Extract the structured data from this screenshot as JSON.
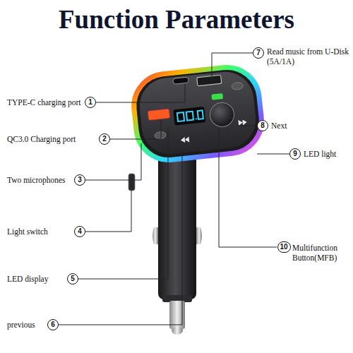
{
  "diagram": {
    "title": "Function Parameters",
    "nodes": [
      {
        "text": [
          "1"
        ]
      },
      {
        "text": [
          "2"
        ]
      },
      {
        "text": [
          "3"
        ]
      },
      {
        "text": [
          "4"
        ]
      },
      {
        "text": [
          "5"
        ]
      },
      {
        "text": [
          "6"
        ]
      },
      {
        "text": [
          "7"
        ]
      },
      {
        "text": [
          "8"
        ]
      },
      {
        "text": [
          "9"
        ]
      },
      {
        "text": [
          "10"
        ]
      }
    ],
    "labels": [
      "TYPE-C charging port",
      "QC3.0 Charging port",
      "Two microphones",
      "Light switch",
      "LED display",
      "previous",
      "Read music from U-Disk (5A/1A)",
      "Next",
      "LED light",
      "Multifunction Button(MFB)"
    ]
  }
}
